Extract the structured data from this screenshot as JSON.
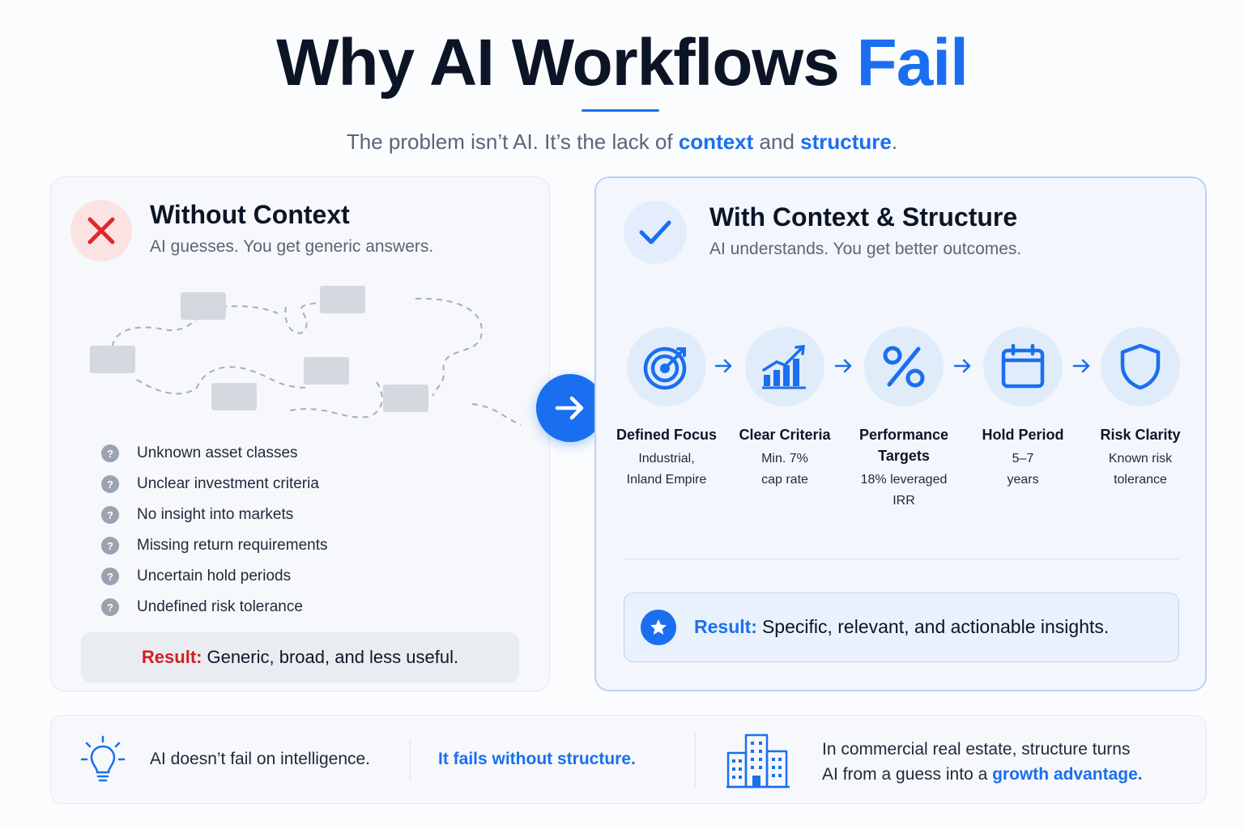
{
  "header": {
    "title_main": "Why AI Workflows ",
    "title_accent": "Fail",
    "subtitle_part1": "The problem isn’t AI. It’s the lack of ",
    "subtitle_hl1": "context",
    "subtitle_part2": " and ",
    "subtitle_hl2": "structure",
    "subtitle_part3": "."
  },
  "without": {
    "heading": "Without Context",
    "subheading": "AI guesses. You get generic answers.",
    "icon": "x-icon",
    "items": [
      "Unknown asset classes",
      "Unclear investment criteria",
      "No insight into markets",
      "Missing return requirements",
      "Uncertain hold periods",
      "Undefined risk tolerance"
    ],
    "result_label": "Result:",
    "result_text": "Generic, broad, and less useful.",
    "accent_color": "#d21f1f"
  },
  "with": {
    "heading": "With Context & Structure",
    "subheading": "AI understands. You get better outcomes.",
    "icon": "check-icon",
    "steps": [
      {
        "name": "Defined Focus",
        "desc_lines": [
          "Industrial,",
          "Inland Empire"
        ],
        "icon": "target-icon"
      },
      {
        "name_lines": [
          "Clear Criteria"
        ],
        "desc_lines": [
          "Min. 7%",
          "cap rate"
        ],
        "icon": "growth-chart-icon"
      },
      {
        "name_lines": [
          "Performance",
          "Targets"
        ],
        "desc_lines": [
          "18% leveraged",
          "IRR"
        ],
        "icon": "percent-icon"
      },
      {
        "name_lines": [
          "Hold Period"
        ],
        "desc_lines": [
          "5–7",
          "years"
        ],
        "icon": "calendar-icon"
      },
      {
        "name_lines": [
          "Risk Clarity"
        ],
        "desc_lines": [
          "Known risk",
          "tolerance"
        ],
        "icon": "shield-icon"
      }
    ],
    "result_label": "Result:",
    "result_text": "Specific, relevant, and actionable insights.",
    "accent_color": "#1a6ff0"
  },
  "footer": {
    "text1": "AI doesn’t fail on intelligence.",
    "text2": "It fails without structure.",
    "text3_line1": "In commercial real estate, structure turns",
    "text3_line2_plain": "AI from a guess into a ",
    "text3_line2_hl": "growth advantage."
  }
}
